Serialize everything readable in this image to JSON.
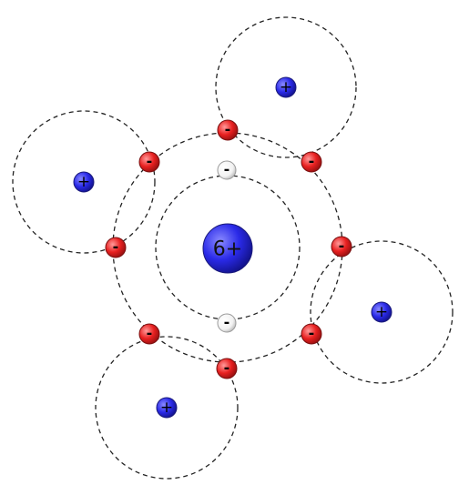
{
  "colors": {
    "nucleus": "#2a2ae8",
    "proton": "#2a2ae8",
    "shared_electron": "#e82020",
    "inner_electron": "#ffffff"
  },
  "nucleus": {
    "label": "6+"
  },
  "proton_label": "+",
  "electron_label": "-",
  "counts": {
    "shells_around_nucleus": 2,
    "inner_shell_electrons": 2,
    "outer_shell_electrons": 8,
    "satellite_atoms": 4
  }
}
